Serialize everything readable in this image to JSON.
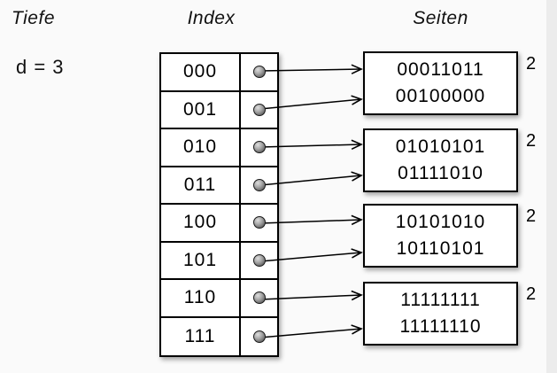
{
  "headers": {
    "depth_column": "Tiefe",
    "index_column": "Index",
    "pages_column": "Seiten"
  },
  "global_depth": "d = 3",
  "index_table": {
    "rows": [
      "000",
      "001",
      "010",
      "011",
      "100",
      "101",
      "110",
      "111"
    ]
  },
  "pages": [
    {
      "values": [
        "00011011",
        "00100000"
      ],
      "local_depth": "2"
    },
    {
      "values": [
        "01010101",
        "01111010"
      ],
      "local_depth": "2"
    },
    {
      "values": [
        "10101010",
        "10110101"
      ],
      "local_depth": "2"
    },
    {
      "values": [
        "11111111",
        "11111110"
      ],
      "local_depth": "2"
    }
  ],
  "pointers": [
    {
      "index": "000",
      "page": 1
    },
    {
      "index": "001",
      "page": 1
    },
    {
      "index": "010",
      "page": 2
    },
    {
      "index": "011",
      "page": 2
    },
    {
      "index": "100",
      "page": 3
    },
    {
      "index": "101",
      "page": 3
    },
    {
      "index": "110",
      "page": 4
    },
    {
      "index": "111",
      "page": 4
    }
  ]
}
